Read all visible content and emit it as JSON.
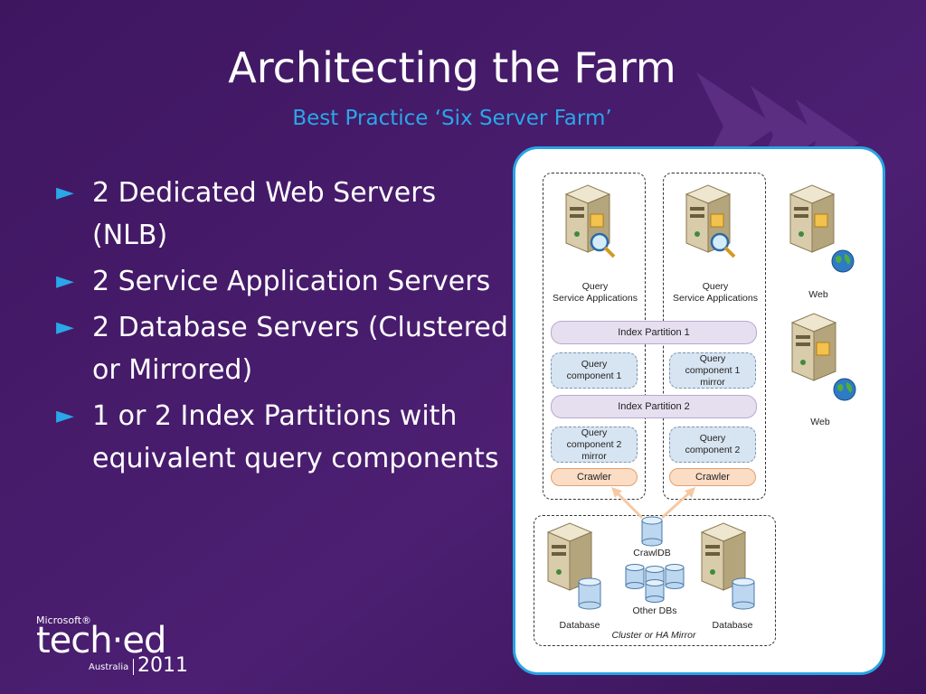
{
  "slide": {
    "title": "Architecting the Farm",
    "subtitle": "Best Practice ‘Six Server Farm’",
    "bullet_marker": "►",
    "bullets": [
      "2 Dedicated Web Servers (NLB)",
      "2 Service Application Servers",
      "2 Database Servers (Clustered or Mirrored)",
      "1 or 2 Index Partitions with equivalent query components"
    ]
  },
  "logo": {
    "microsoft": "Microsoft®",
    "teched": "tech·ed",
    "region": "Australia",
    "year": "2011"
  },
  "diagram": {
    "query_server_1": "Query\nService Applications",
    "query_server_2": "Query\nService Applications",
    "web_1": "Web",
    "web_2": "Web",
    "index_partition_1": "Index Partition 1",
    "index_partition_2": "Index Partition 2",
    "qc1": "Query\ncomponent 1",
    "qc1_mirror": "Query\ncomponent 1\nmirror",
    "qc2_mirror": "Query\ncomponent 2\nmirror",
    "qc2": "Query\ncomponent 2",
    "crawler_1": "Crawler",
    "crawler_2": "Crawler",
    "crawldb": "CrawlDB",
    "other_dbs": "Other DBs",
    "database_1": "Database",
    "database_2": "Database",
    "cluster_label": "Cluster or HA Mirror"
  },
  "colors": {
    "background": "#4a1d6e",
    "accent": "#2aa7e8",
    "panel_border": "#27a4e4"
  },
  "icons": [
    "server-icon",
    "search-badge-icon",
    "globe-icon",
    "database-cylinder-icon",
    "arrow-bullet-icon"
  ]
}
